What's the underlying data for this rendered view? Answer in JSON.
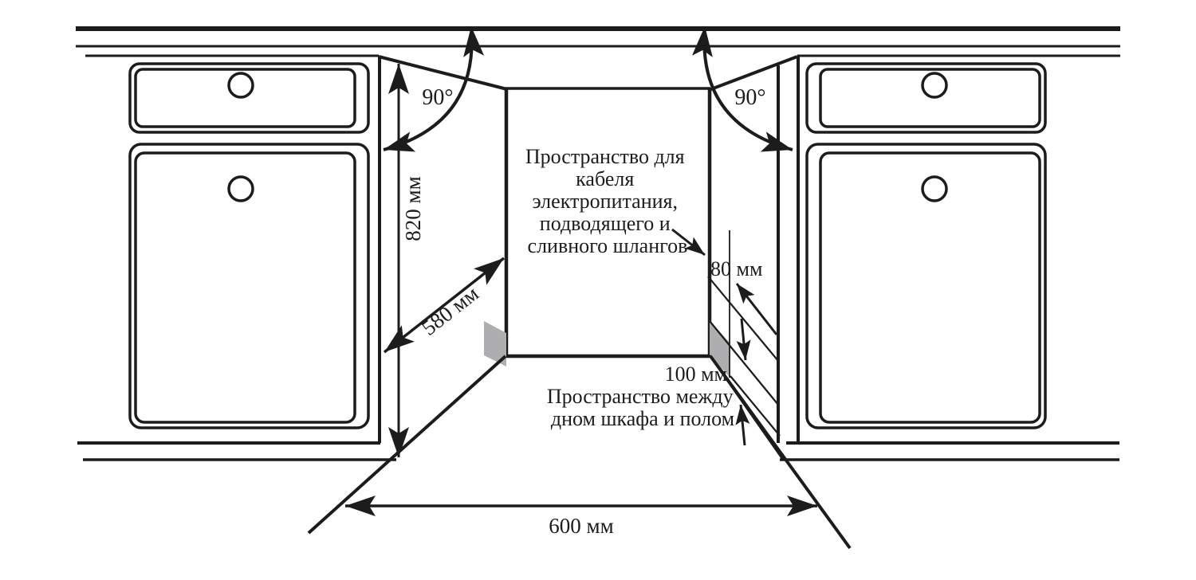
{
  "labels": {
    "angle": "90°",
    "height": "820 мм",
    "depth": "580 мм",
    "width": "600 мм",
    "hose_gap": "80 мм",
    "floor_gap": "100 мм"
  },
  "notes": {
    "cable": {
      "line1": "Пространство для",
      "line2": "кабеля",
      "line3": "электропитания,",
      "line4": "подводящего и",
      "line5": "сливного шлангов"
    },
    "floor": {
      "line1": "Пространство между",
      "line2": "дном шкафа и полом"
    }
  },
  "colors": {
    "line": "#1c1c1c",
    "shade": "#aeaeb0",
    "background": "#ffffff"
  }
}
